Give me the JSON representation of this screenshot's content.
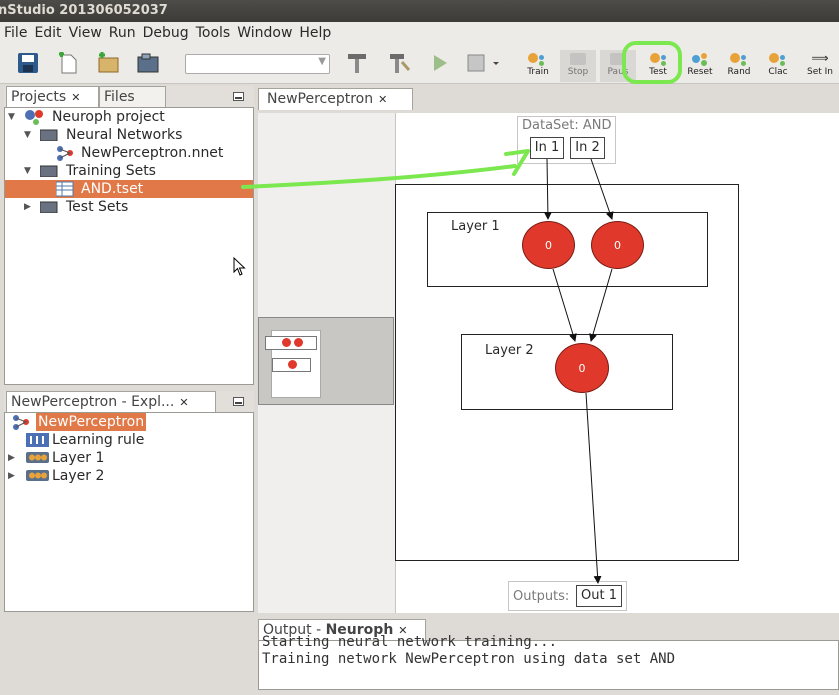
{
  "window": {
    "title": "nStudio 201306052037"
  },
  "menu": [
    {
      "label": "File"
    },
    {
      "label": "Edit"
    },
    {
      "label": "View"
    },
    {
      "label": "Run"
    },
    {
      "label": "Debug"
    },
    {
      "label": "Tools"
    },
    {
      "label": "Window"
    },
    {
      "label": "Help"
    }
  ],
  "toolbar": {
    "combo_value": "",
    "buttons": [
      {
        "label": "Train"
      },
      {
        "label": "Stop"
      },
      {
        "label": "Paus"
      },
      {
        "label": "Test"
      },
      {
        "label": "Reset"
      },
      {
        "label": "Rand"
      },
      {
        "label": "Clac"
      },
      {
        "label": "Set In"
      }
    ]
  },
  "projects_panel": {
    "tabs": [
      {
        "label": "Projects"
      },
      {
        "label": "Files"
      }
    ],
    "tree": [
      {
        "label": "Neuroph project"
      },
      {
        "label": "Neural Networks"
      },
      {
        "label": "NewPerceptron.nnet"
      },
      {
        "label": "Training Sets"
      },
      {
        "label": "AND.tset"
      },
      {
        "label": "Test Sets"
      }
    ]
  },
  "explorer_panel": {
    "tab": "NewPerceptron - Expl...",
    "tree": [
      {
        "label": "NewPerceptron"
      },
      {
        "label": "Learning rule"
      },
      {
        "label": "Layer 1"
      },
      {
        "label": "Layer 2"
      }
    ]
  },
  "editor": {
    "tab": "NewPerceptron",
    "dataset_label": "DataSet: AND",
    "inputs": [
      "In 1",
      "In 2"
    ],
    "layer1_label": "Layer 1",
    "layer2_label": "Layer 2",
    "neuron_value": "0",
    "outputs_label": "Outputs:",
    "output_port": "Out 1"
  },
  "output_panel": {
    "tab_prefix": "Output - ",
    "tab_name": "Neuroph",
    "lines": [
      "Starting neural network training...",
      "Training network NewPerceptron using data set AND"
    ]
  },
  "colors": {
    "highlight": "#e07848",
    "neuron": "#e0392b",
    "annotation": "#7be84f"
  }
}
